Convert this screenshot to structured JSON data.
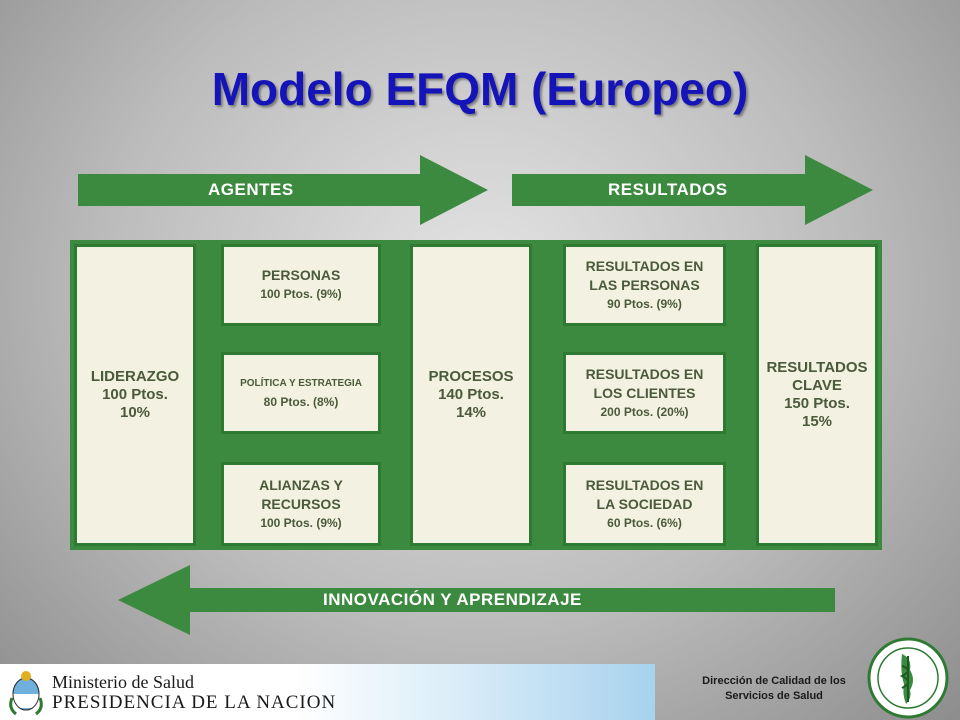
{
  "title": "Modelo EFQM (Europeo)",
  "arrows": {
    "agentes": "AGENTES",
    "resultados": "RESULTADOS",
    "innovacion": "INNOVACIÓN Y APRENDIZAJE"
  },
  "boxes": {
    "liderazgo": {
      "name": "LIDERAZGO",
      "points": "100 Ptos.",
      "percent": "10%"
    },
    "personas": {
      "name": "PERSONAS",
      "points": "100 Ptos. (9%)"
    },
    "politica": {
      "name": "POLÍTICA Y ESTRATEGIA",
      "points": "80 Ptos. (8%)"
    },
    "alianzas": {
      "name1": "ALIANZAS Y",
      "name2": "RECURSOS",
      "points": "100 Ptos. (9%)"
    },
    "procesos": {
      "name": "PROCESOS",
      "points": "140 Ptos.",
      "percent": "14%"
    },
    "res_personas": {
      "name1": "RESULTADOS EN",
      "name2": "LAS PERSONAS",
      "points": "90 Ptos. (9%)"
    },
    "res_clientes": {
      "name1": "RESULTADOS EN",
      "name2": "LOS CLIENTES",
      "points": "200 Ptos. (20%)"
    },
    "res_sociedad": {
      "name1": "RESULTADOS EN",
      "name2": "LA SOCIEDAD",
      "points": "60 Ptos. (6%)"
    },
    "res_clave": {
      "name1": "RESULTADOS",
      "name2": "CLAVE",
      "points": "150 Ptos.",
      "percent": "15%"
    }
  },
  "footer": {
    "ministry_line1": "Ministerio de Salud",
    "ministry_line2": "PRESIDENCIA DE LA NACION",
    "direccion_line1": "Dirección de Calidad de los",
    "direccion_line2": "Servicios de Salud"
  },
  "colors": {
    "title": "#1414b8",
    "green": "#3b8a3f",
    "box_fill": "#f3f1e1",
    "box_text": "#4a5a3a"
  }
}
